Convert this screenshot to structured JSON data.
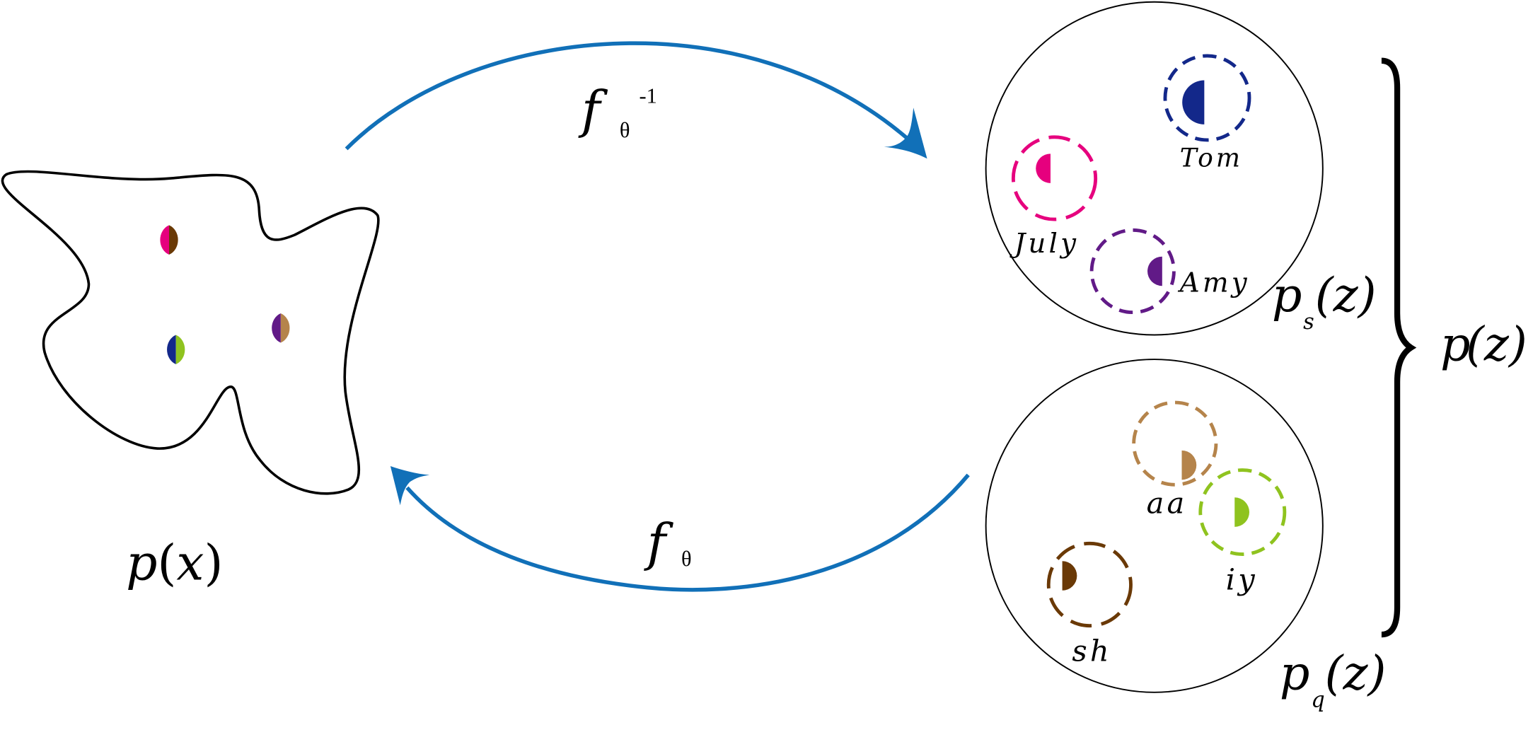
{
  "labels": {
    "px": {
      "main": "p",
      "open": "(",
      "var": "x",
      "close": ")"
    },
    "ps": {
      "main": "p",
      "sub": "s",
      "arg": "(z)"
    },
    "pq": {
      "main": "p",
      "sub": "q",
      "arg": "(z)"
    },
    "pz": {
      "main": "p",
      "arg": "(z)"
    },
    "f_inverse": {
      "main": "f",
      "sub": "θ",
      "sup": "-1"
    },
    "f_forward": {
      "main": "f",
      "sub": "θ"
    }
  },
  "speakers": [
    {
      "name": "Tom",
      "color": "#13288a"
    },
    {
      "name": "July",
      "color": "#e6007e"
    },
    {
      "name": "Amy",
      "color": "#611a87"
    }
  ],
  "phones": [
    {
      "name": "aa",
      "color": "#b5844b"
    },
    {
      "name": "iy",
      "color": "#8fc31f"
    },
    {
      "name": "sh",
      "color": "#6a3906"
    }
  ],
  "colors": {
    "arrow": "#1170b8",
    "outline": "#000000"
  }
}
